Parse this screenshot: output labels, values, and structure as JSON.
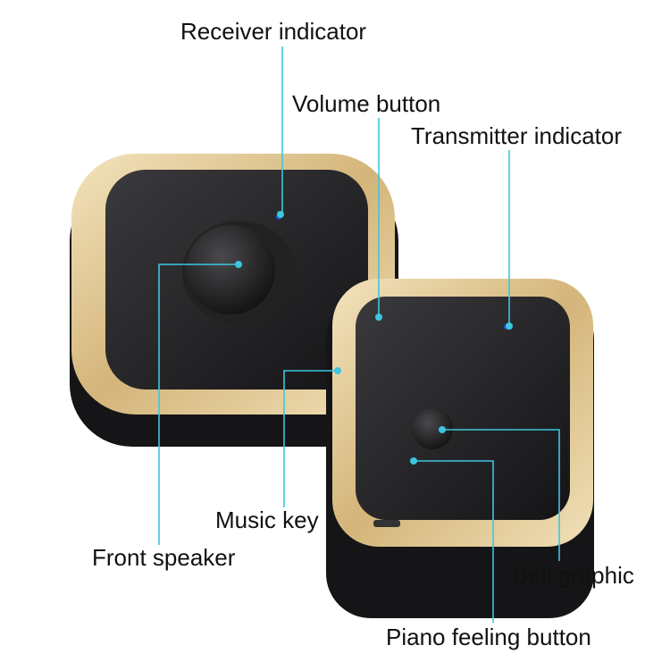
{
  "labels": {
    "receiver_indicator": "Receiver indicator",
    "volume_button": "Volume button",
    "transmitter_indicator": "Transmitter indicator",
    "music_key": "Music key",
    "front_speaker": "Front speaker",
    "bell_graphic": "Bell graphic",
    "piano_feeling_button": "Piano feeling button"
  },
  "colors": {
    "callout_line": "#3cc6e0",
    "gold_ring": "#d9c08a",
    "body": "#1c1c1e",
    "indicator": "#1e4fd8"
  }
}
